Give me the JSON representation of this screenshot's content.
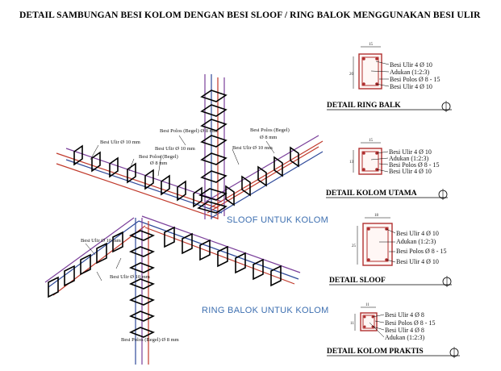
{
  "title": "DETAIL SAMBUNGAN BESI KOLOM DENGAN BESI SLOOF / RING BALOK MENGGUNAKAN BESI ULIR",
  "diagram": {
    "labels": {
      "ulir_top": "Besi Ulir Ø 10 mm",
      "begel_polos": "Besi Polos (Begel)",
      "begel_polos_size": "Ø 8 mm",
      "begel_center": "Besi Polos (Begel) Ø 8 mm",
      "ulir_center": "Besi Ulir Ø 10 mm",
      "ulir_right": "Besi Ulir Ø 10 mm",
      "begel_right": "Besi Polos (Begel)",
      "begel_right_size": "Ø 8 mm",
      "ulir_lower_1": "Besi Ulir Ø 10 mm",
      "ulir_lower_2": "Besi Ulir Ø 10 mm",
      "begel_lower": "Besi Polos (Begel) Ø 8 mm"
    },
    "sloof_caption": "SLOOF UNTUK KOLOM",
    "ring_caption": "RING BALOK UNTUK KOLOM"
  },
  "details": [
    {
      "title": "DETAIL RING BALK",
      "width_dim": "15",
      "height_dim": "20",
      "items": [
        "Besi Ulir 4 Ø 10",
        "Adukan (1:2:3)",
        "Besi Polos Ø 8 - 15",
        "Besi Ulir 4 Ø 10"
      ]
    },
    {
      "title": "DETAIL KOLOM UTAMA",
      "width_dim": "15",
      "height_dim": "13",
      "items": [
        "Besi Ulir 4 Ø 10",
        "Adukan (1:2:3)",
        "Besi Polos Ø 8 - 15",
        "Besi Ulir 4 Ø 10"
      ]
    },
    {
      "title": "DETAIL SLOOF",
      "width_dim": "18",
      "height_dim": "25",
      "items": [
        "Besi Ulir 4 Ø 10",
        "Adukan (1:2:3)",
        "Besi Polos Ø 8 - 15",
        "Besi Ulir 4 Ø 10"
      ]
    },
    {
      "title": "DETAIL KOLOM PRAKTIS",
      "width_dim": "11",
      "height_dim": "11",
      "items": [
        "Besi Ulir 4 Ø 8",
        "Besi Polos Ø 8 - 15",
        "Besi Ulir 4 Ø 8",
        "Adukan (1:2:3)"
      ]
    }
  ],
  "colors": {
    "rebar_red": "#c0392b",
    "rebar_purple": "#7a3f9a",
    "rebar_blue": "#2f4a9a",
    "caption_blue": "#3d6fb0",
    "ink": "#000000"
  }
}
